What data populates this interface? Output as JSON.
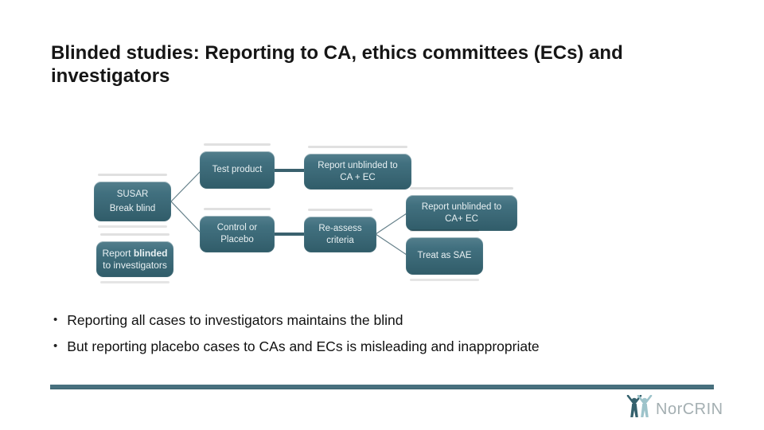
{
  "slide": {
    "title": {
      "line1": "Blinded studies: Reporting to CA, ethics committees (ECs) and",
      "line2": "investigators"
    },
    "diagram": {
      "boxes": {
        "susar": {
          "line1": "SUSAR",
          "line2": "Break blind"
        },
        "report_blinded": {
          "pre": "Report ",
          "bold_word": "blinded",
          "line2": "to investigators"
        },
        "test_product": {
          "line1": "Test product"
        },
        "report_unblinded_top": {
          "line1": "Report unblinded to",
          "line2": "CA + EC"
        },
        "control_placebo": {
          "line1": "Control or",
          "line2": "Placebo"
        },
        "reassess": {
          "line1": "Re-assess",
          "line2": "criteria"
        },
        "report_unblinded_right": {
          "line1": "Report unblinded to",
          "line2": "CA+ EC"
        },
        "treat_sae": {
          "line1": "Treat as SAE"
        }
      }
    },
    "bullets": {
      "marker": "•",
      "items": [
        "Reporting all cases to investigators maintains the blind",
        "But reporting placebo cases to CAs and ECs is misleading and inappropriate"
      ]
    },
    "footer": {
      "logo_text": "NorCRIN"
    },
    "colors": {
      "title_text": "#161616",
      "box_fill": "#3e6c7b",
      "box_fill_top": "#547f8d",
      "box_text": "#e9f1f3",
      "connector_thick": "#3a616e",
      "connector_thin": "#647f89",
      "footer_rule": "#48707e",
      "logo_figure_dark": "#35616d",
      "logo_figure_light": "#9dc3ca",
      "logo_text_color": "#a4afb2"
    }
  }
}
